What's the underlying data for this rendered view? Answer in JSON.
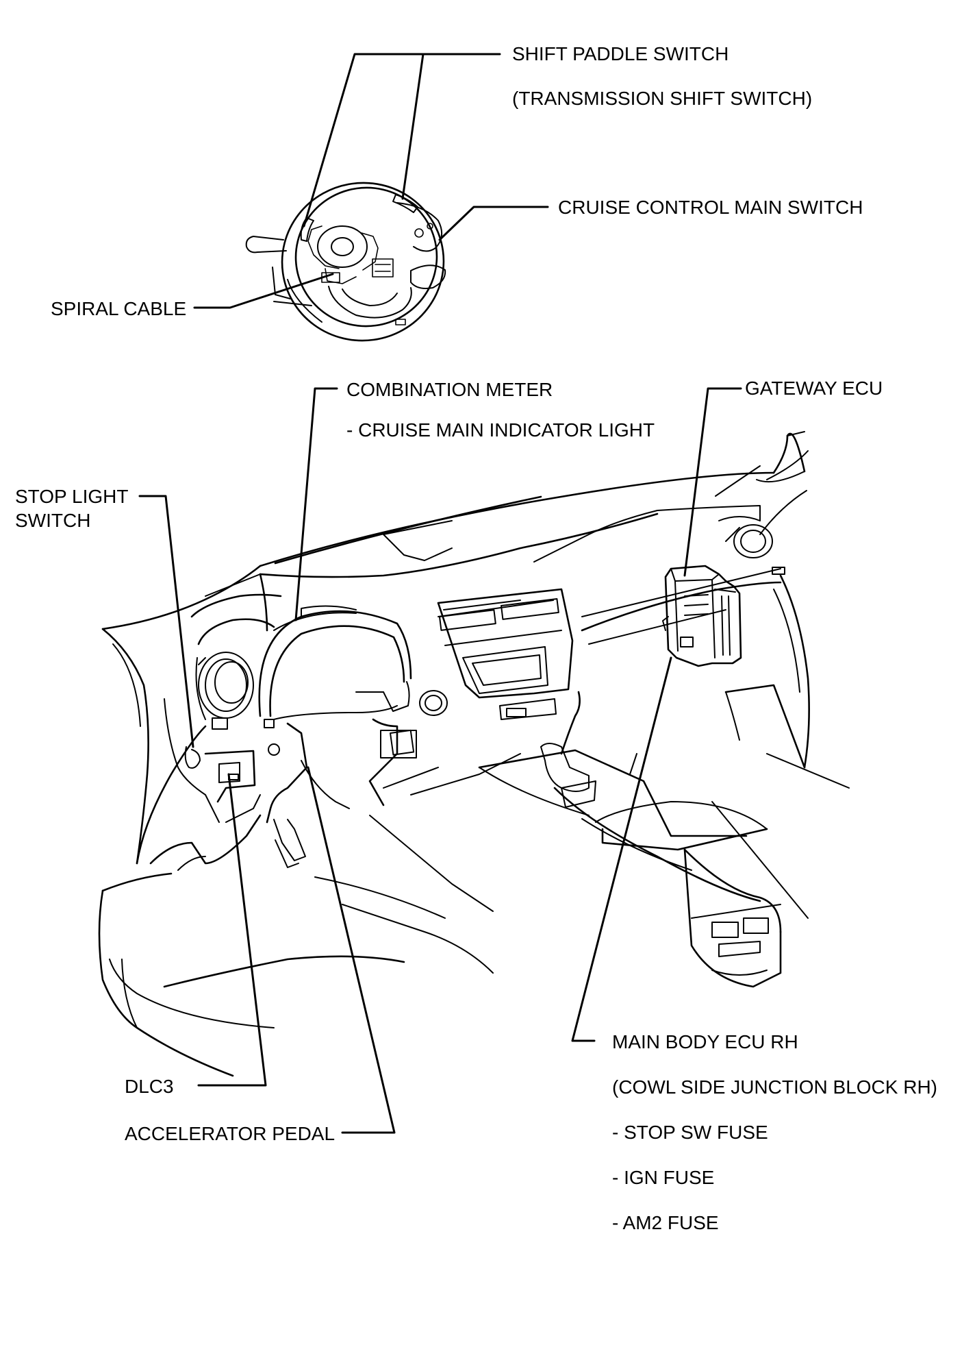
{
  "labels": {
    "shift_paddle": "SHIFT PADDLE SWITCH",
    "shift_paddle_sub": "(TRANSMISSION SHIFT SWITCH)",
    "cruise_main_switch": "CRUISE CONTROL MAIN SWITCH",
    "spiral_cable": "SPIRAL CABLE",
    "combination_meter": "COMBINATION METER",
    "cruise_indicator": "- CRUISE MAIN INDICATOR LIGHT",
    "gateway_ecu": "GATEWAY ECU",
    "stop_light_1": "STOP LIGHT",
    "stop_light_2": "SWITCH",
    "main_body_ecu": "MAIN BODY ECU RH",
    "cowl_block": "(COWL SIDE JUNCTION BLOCK RH)",
    "stop_sw_fuse": "- STOP SW FUSE",
    "ign_fuse": "- IGN FUSE",
    "am2_fuse": "- AM2 FUSE",
    "dlc3": "DLC3",
    "accelerator_pedal": "ACCELERATOR PEDAL"
  }
}
